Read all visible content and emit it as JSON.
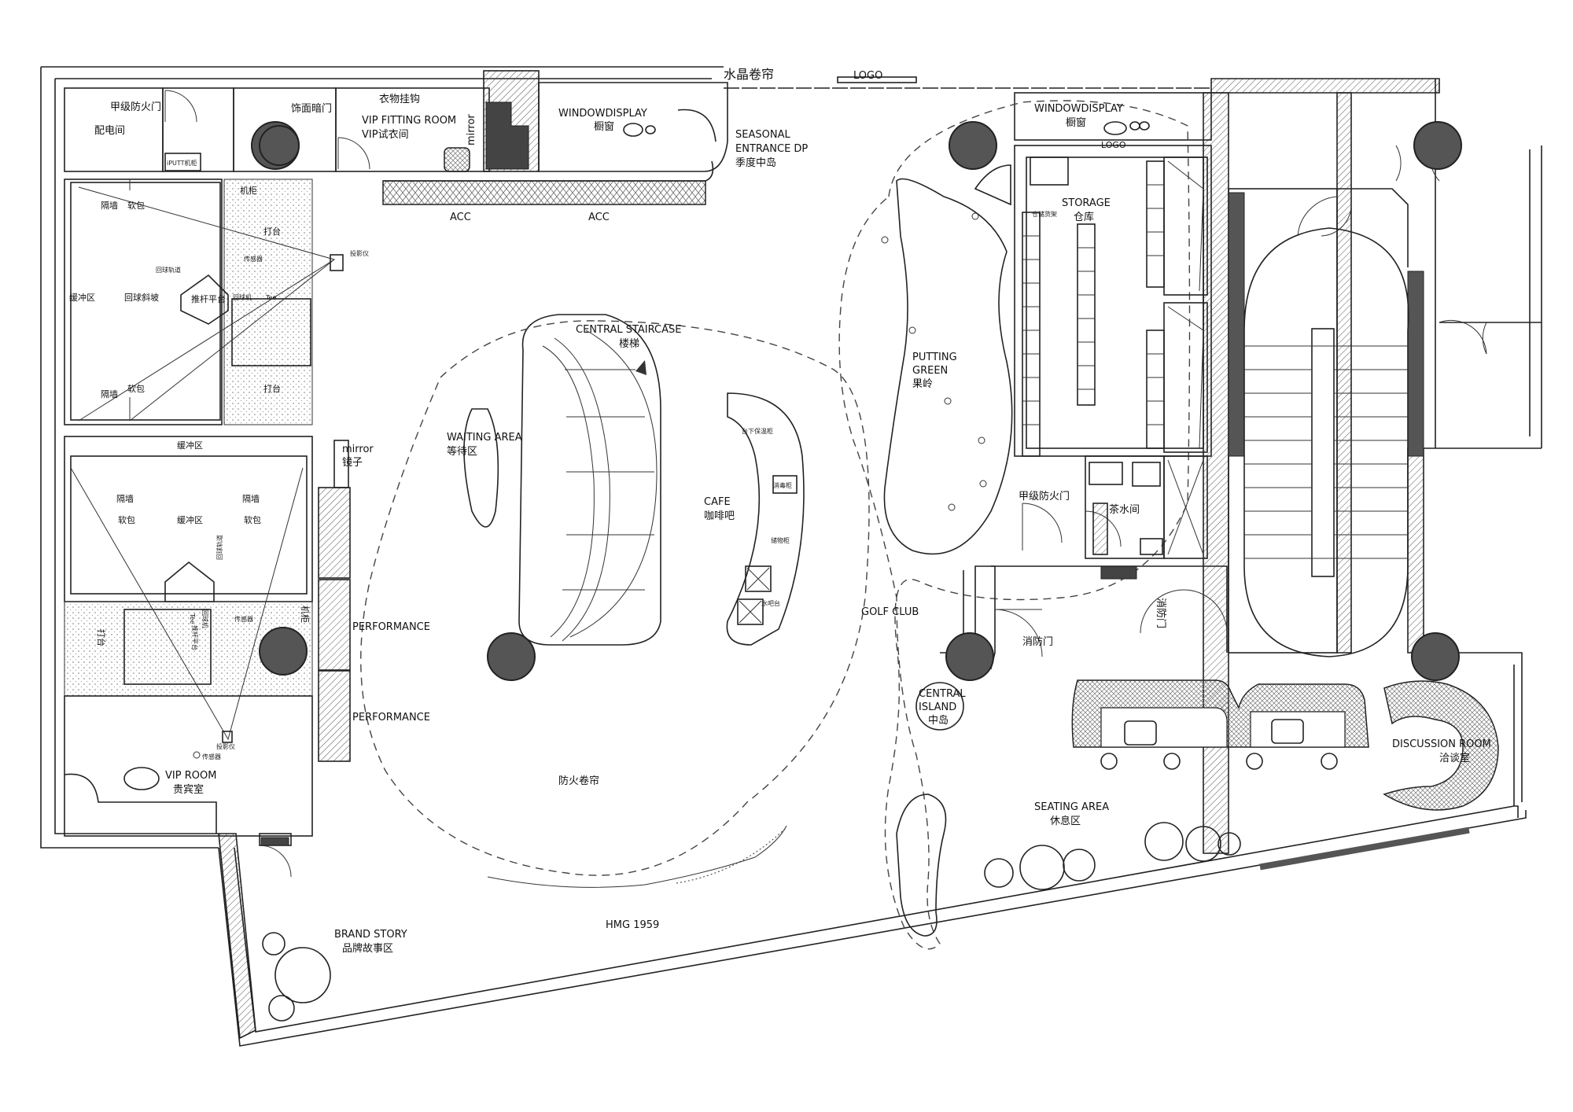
{
  "labels": {
    "crystal_curtain": "水晶卷帘",
    "logo_top": "LOGO",
    "window_display_left_en": "WINDOWDISPLAY",
    "window_display_left_cn": "橱窗",
    "window_display_right_en": "WINDOWDISPLAY",
    "window_display_right_cn": "橱窗",
    "logo_right": "LOGO",
    "seasonal_1": "SEASONAL",
    "seasonal_2": "ENTRANCE DP",
    "seasonal_3": "季度中岛",
    "fire_door_left": "甲级防火门",
    "power_room": "配电间",
    "hidden_door": "饰面暗门",
    "clothes_hook": "衣物挂钩",
    "vip_fitting_en": "VIP FITTING ROOM",
    "vip_fitting_cn": "VIP试衣间",
    "mirror_top": "mirror",
    "iputt_cabinet": "iPUTT机柜",
    "acc_1": "ACC",
    "acc_2": "ACC",
    "partition_1": "隔墙",
    "soft_pack_1": "软包",
    "partition_2": "隔墙",
    "soft_pack_2": "软包",
    "buffer_zone_1": "缓冲区",
    "return_slope": "回球斜坡",
    "return_track_1": "回球轨道",
    "putter_platform_1": "推杆平台",
    "ball_machine_1": "回球机",
    "tee_1": "Tee",
    "cabinet_1": "机柜",
    "hitting_1": "打台",
    "hitting_2": "打台",
    "sensor_1": "传感器",
    "projector_1": "投影仪",
    "buffer_zone_2": "缓冲区",
    "partition_3": "隔墙",
    "partition_4": "隔墙",
    "soft_pack_3": "软包",
    "soft_pack_4": "软包",
    "buffer_zone_3": "缓冲区",
    "return_track_2": "回球轨道",
    "putter_platform_2": "推杆平台",
    "ball_machine_2": "回球机",
    "tee_2": "Tee",
    "sensor_2": "传感器",
    "cabinet_2": "机柜",
    "hitting_3": "打台",
    "projector_2": "投影仪",
    "sensor_3": "传感器",
    "mirror_en": "mirror",
    "mirror_cn": "镜子",
    "performance_1": "PERFORMANCE",
    "performance_2": "PERFORMANCE",
    "vip_room_en": "VIP ROOM",
    "vip_room_cn": "贵宾室",
    "central_staircase_en": "CENTRAL STAIRCASE",
    "central_staircase_cn": "楼梯",
    "waiting_area_en": "WAITING AREA",
    "waiting_area_cn": "等待区",
    "cafe_en": "CAFE",
    "cafe_cn": "咖啡吧",
    "cafe_item_1": "台下保温柜",
    "cafe_item_2": "消毒柜",
    "cafe_item_3": "储物柜",
    "cafe_item_4": "水吧台",
    "fire_curtain": "防火卷帘",
    "hmg_1959": "HMG 1959",
    "brand_story_en": "BRAND STORY",
    "brand_story_cn": "品牌故事区",
    "putting_green_1": "PUTTING",
    "putting_green_2": "GREEN",
    "putting_green_cn": "果岭",
    "golf_club": "GOLF CLUB",
    "central_island_1": "CENTRAL",
    "central_island_2": "ISLAND",
    "central_island_cn": "中岛",
    "storage_en": "STORAGE",
    "storage_cn": "仓库",
    "storage_bin": "仓储货架",
    "fire_door_right": "甲级防火门",
    "tea_room": "茶水间",
    "fire_exit_1": "消防门",
    "fire_exit_2": "消防门",
    "seating_area_en": "SEATING AREA",
    "seating_area_cn": "休息区",
    "discussion_room_en": "DISCUSSION ROOM",
    "discussion_room_cn": "洽谈室"
  }
}
